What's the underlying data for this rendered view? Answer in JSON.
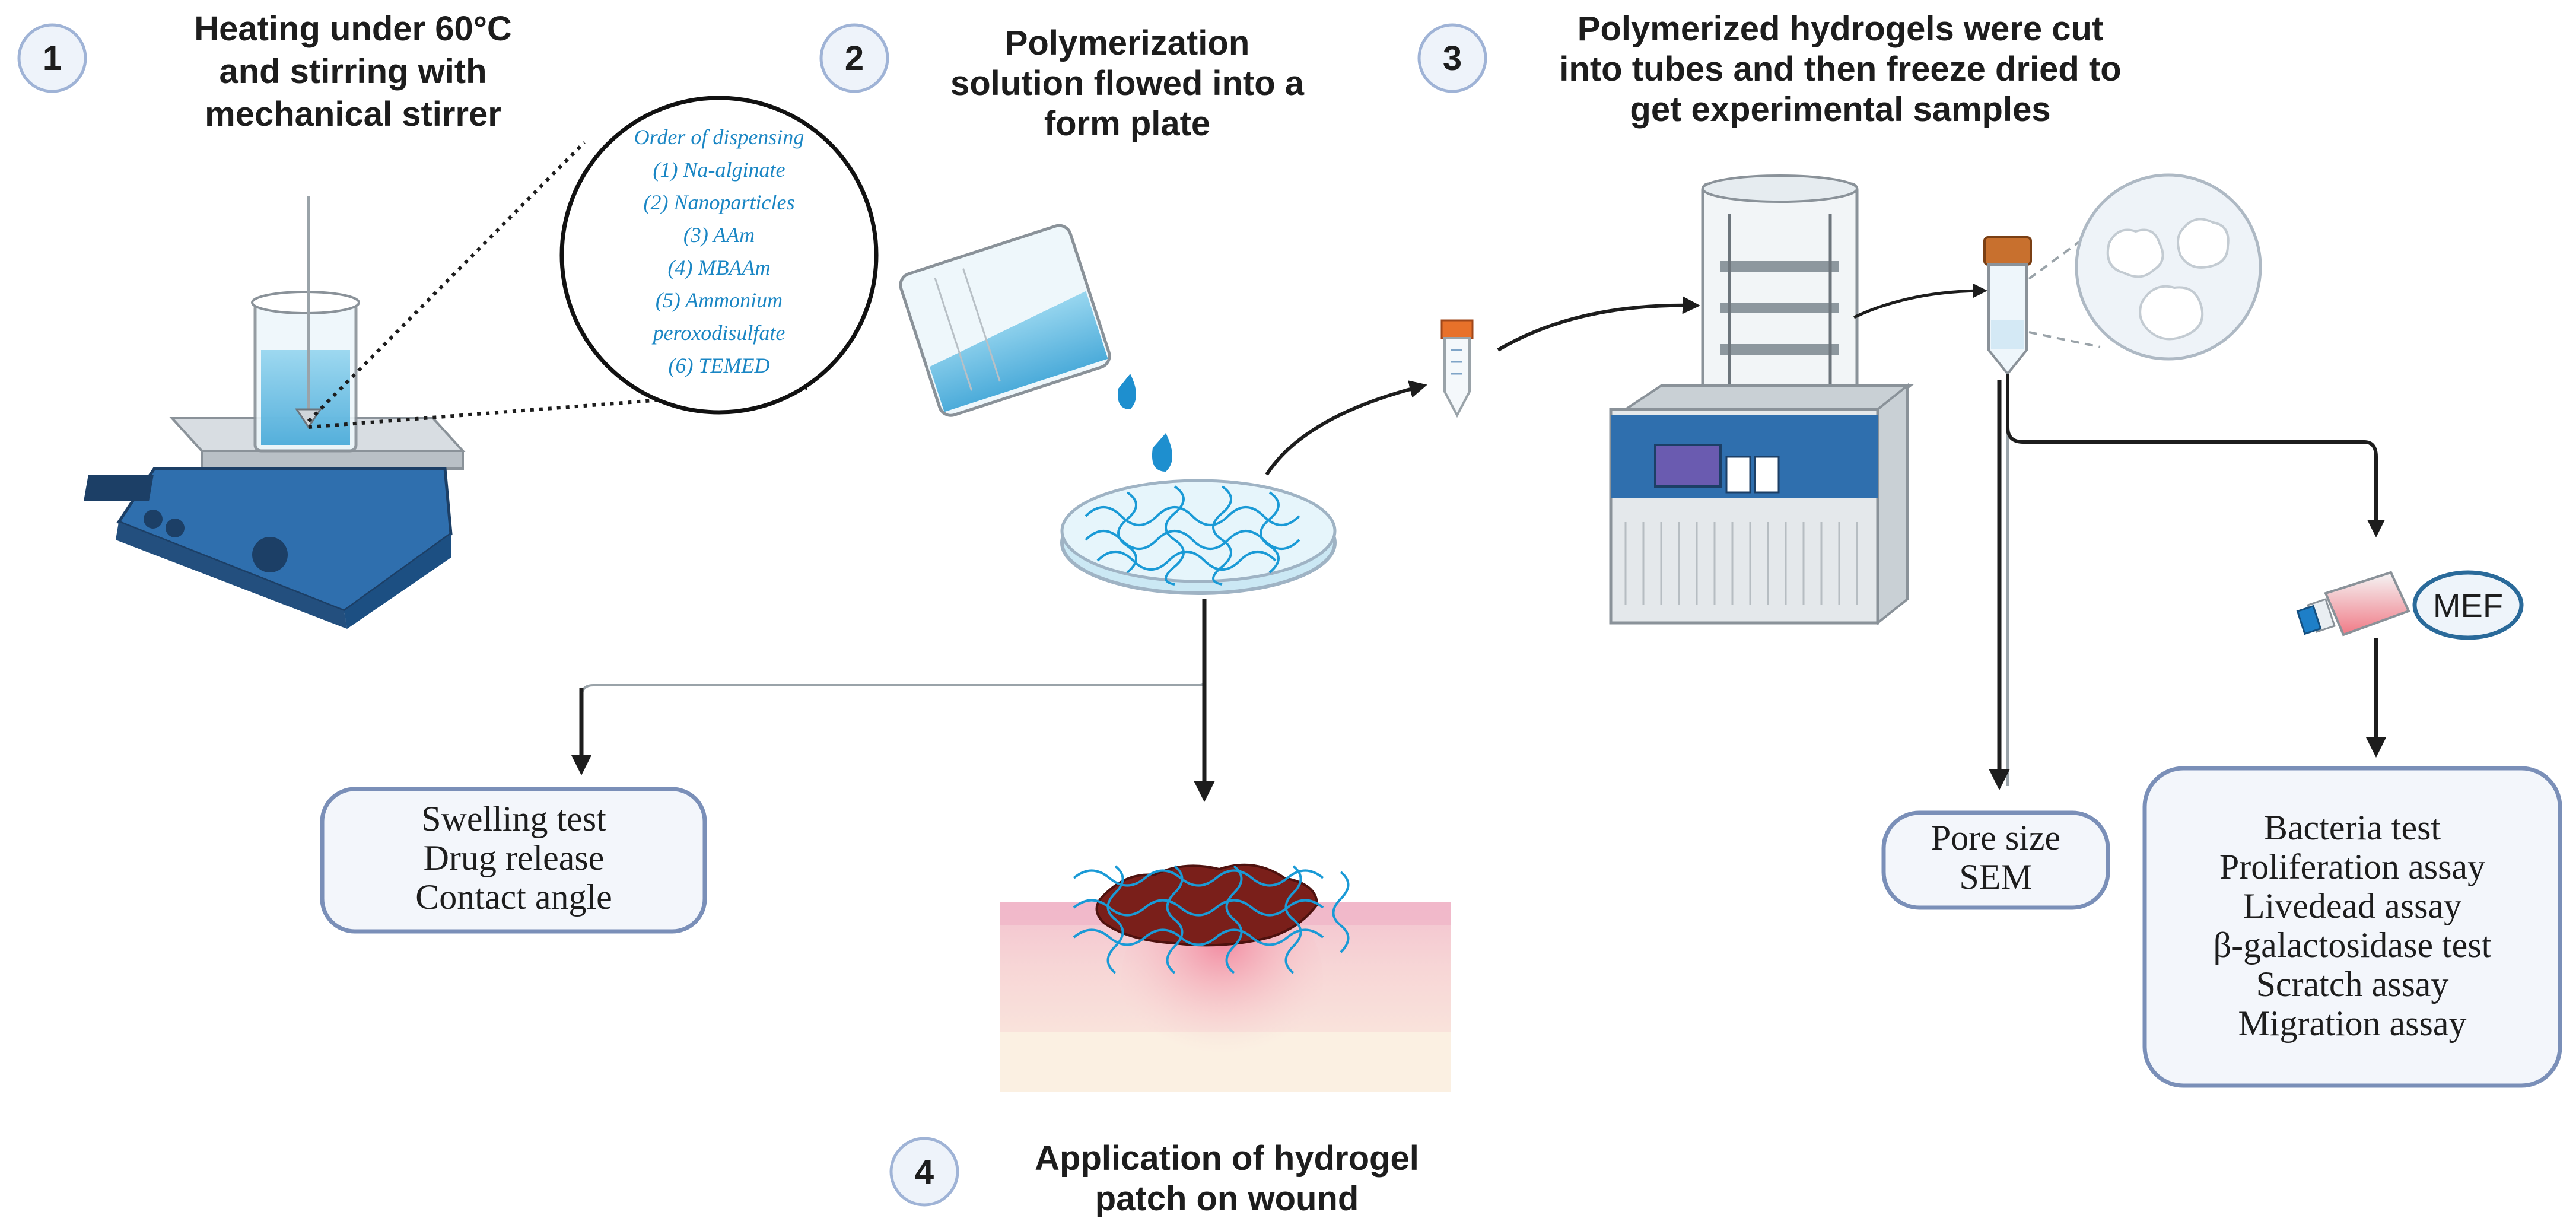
{
  "steps": [
    {
      "number": "1",
      "title_lines": [
        "Heating under 60°C",
        "and stirring with",
        "mechanical stirrer"
      ]
    },
    {
      "number": "2",
      "title_lines": [
        "Polymerization",
        "solution flowed into a",
        "form plate"
      ]
    },
    {
      "number": "3",
      "title_lines": [
        "Polymerized hydrogels were cut",
        "into tubes and then freeze dried to",
        "get experimental samples"
      ]
    },
    {
      "number": "4",
      "title_lines": [
        "Application of hydrogel",
        "patch on wound"
      ]
    }
  ],
  "dispensing": {
    "lines": [
      "Order of dispensing",
      "(1) Na-alginate",
      "(2) Nanoparticles",
      "(3) AAm",
      "(4) MBAAm",
      "(5) Ammonium",
      "peroxodisulfate",
      "(6) TEMED"
    ]
  },
  "boxes": {
    "swelling": [
      "Swelling test",
      "Drug release",
      "Contact angle"
    ],
    "pore": [
      "Pore size",
      "SEM"
    ],
    "bio": [
      "Bacteria test",
      "Proliferation assay",
      "Livedead assay",
      "β-galactosidase test",
      "Scratch assay",
      "Migration assay"
    ]
  },
  "mef_label": "MEF",
  "colors": {
    "accent_blue": "#1a86c4",
    "box_border": "#7a8fb8",
    "box_fill": "#f3f6fb",
    "number_circle_border": "#9fb3d6",
    "mef_border": "#2a6a9a",
    "mef_fill": "#eef4fa",
    "hydrogel_blue": "#3aa3d6",
    "machine_blue": "#2b6aa8",
    "wound_red": "#7a1f1a"
  }
}
